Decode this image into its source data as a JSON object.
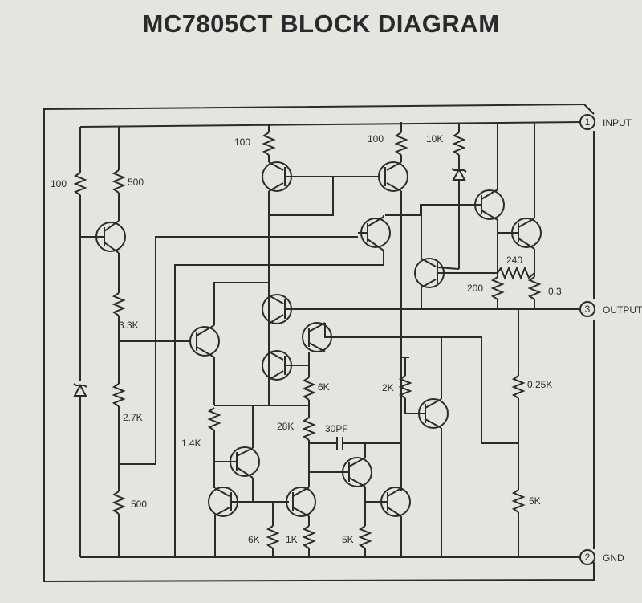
{
  "title": "MC7805CT BLOCK DIAGRAM",
  "pins": [
    {
      "number": "1",
      "label": "INPUT"
    },
    {
      "number": "3",
      "label": "OUTPUT"
    },
    {
      "number": "2",
      "label": "GND"
    }
  ],
  "resistors": [
    {
      "id": "r_left_100",
      "value": "100"
    },
    {
      "id": "r_500_top",
      "value": "500"
    },
    {
      "id": "r_3_3k",
      "value": "3.3K"
    },
    {
      "id": "r_2_7k",
      "value": "2.7K"
    },
    {
      "id": "r_500_bot",
      "value": "500"
    },
    {
      "id": "r_100_a",
      "value": "100"
    },
    {
      "id": "r_100_b",
      "value": "100"
    },
    {
      "id": "r_10k",
      "value": "10K"
    },
    {
      "id": "r_240",
      "value": "240"
    },
    {
      "id": "r_200",
      "value": "200"
    },
    {
      "id": "r_0_3",
      "value": "0.3"
    },
    {
      "id": "r_6k_mid",
      "value": "6K"
    },
    {
      "id": "r_28k",
      "value": "28K"
    },
    {
      "id": "r_1_4k",
      "value": "1.4K"
    },
    {
      "id": "r_2k",
      "value": "2K"
    },
    {
      "id": "r_0_25k",
      "value": "0.25K"
    },
    {
      "id": "r_5k_right",
      "value": "5K"
    },
    {
      "id": "r_6k_bot",
      "value": "6K"
    },
    {
      "id": "r_1k_bot",
      "value": "1K"
    },
    {
      "id": "r_5k_bot",
      "value": "5K"
    }
  ],
  "capacitors": [
    {
      "id": "c_30pf",
      "value": "30PF"
    }
  ]
}
